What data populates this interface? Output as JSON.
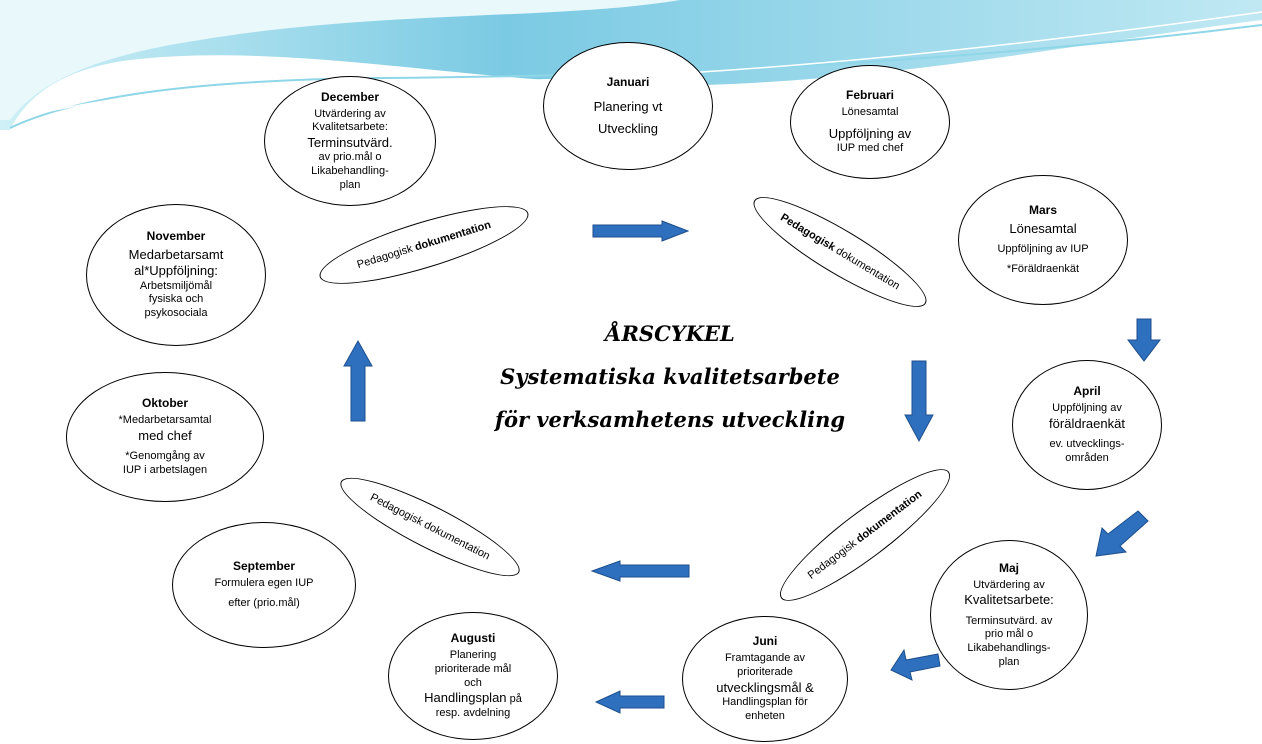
{
  "title": {
    "line1": "ÅRSCYKEL",
    "line2": "Systematiska kvalitetsarbete",
    "line3": "för verksamhetens utveckling"
  },
  "months": {
    "januari": {
      "name": "Januari",
      "l1": "Planering vt",
      "l2": "Utveckling"
    },
    "februari": {
      "name": "Februari",
      "l1": "Lönesamtal",
      "l2": "Uppföljning av",
      "l3": "IUP med chef"
    },
    "mars": {
      "name": "Mars",
      "l1": "Lönesamtal",
      "l2": "Uppföljning av IUP",
      "l3": "*Föräldraenkät"
    },
    "april": {
      "name": "April",
      "l1": "Uppföljning av",
      "l2": "föräldraenkät",
      "l3": "ev. utvecklings-",
      "l4": "områden"
    },
    "maj": {
      "name": "Maj",
      "l1": "Utvärdering av",
      "l2": "Kvalitetsarbete:",
      "l3": "Terminsutvärd. av",
      "l4": "prio mål o",
      "l5": "Likabehandlings-",
      "l6": "plan"
    },
    "juni": {
      "name": "Juni",
      "l1": "Framtagande av",
      "l2": "prioriterade",
      "l3": "utvecklingsmål &",
      "l4": "Handlingsplan för",
      "l5": "enheten"
    },
    "augusti": {
      "name": "Augusti",
      "l1": "Planering",
      "l2": "prioriterade mål",
      "l3": "och",
      "l4": "Handlingsplan",
      "l4b": "på",
      "l5": "resp. avdelning"
    },
    "september": {
      "name": "September",
      "l1": "Formulera egen IUP",
      "l2": "efter (prio.mål)"
    },
    "oktober": {
      "name": "Oktober",
      "l1": "*Medarbetarsamtal",
      "l2": "med chef",
      "l3": "*Genomgång av",
      "l4": "IUP i arbetslagen"
    },
    "november": {
      "name": "November",
      "l1": "Medarbetarsamt",
      "l2": "al*Uppföljning:",
      "l3": "Arbetsmiljömål",
      "l4": "fysiska och",
      "l5": "psykosociala"
    },
    "december": {
      "name": "December",
      "l1": "Utvärdering av",
      "l2": "Kvalitetsarbete:",
      "l3": "Terminsutvärd.",
      "l4": "av prio.mål o",
      "l5": "Likabehandling-",
      "l6": "plan"
    }
  },
  "pedagogisk": {
    "word1": "Pedagogisk",
    "word2": "dokumentation"
  },
  "colors": {
    "arrow_fill": "#2e6fbe",
    "arrow_stroke": "#1d4f8c",
    "swoosh": "#7fd0e6"
  },
  "icons": [
    "arrow-right-icon",
    "arrow-down-icon",
    "arrow-left-icon",
    "arrow-up-icon",
    "arrow-down-left-icon"
  ]
}
